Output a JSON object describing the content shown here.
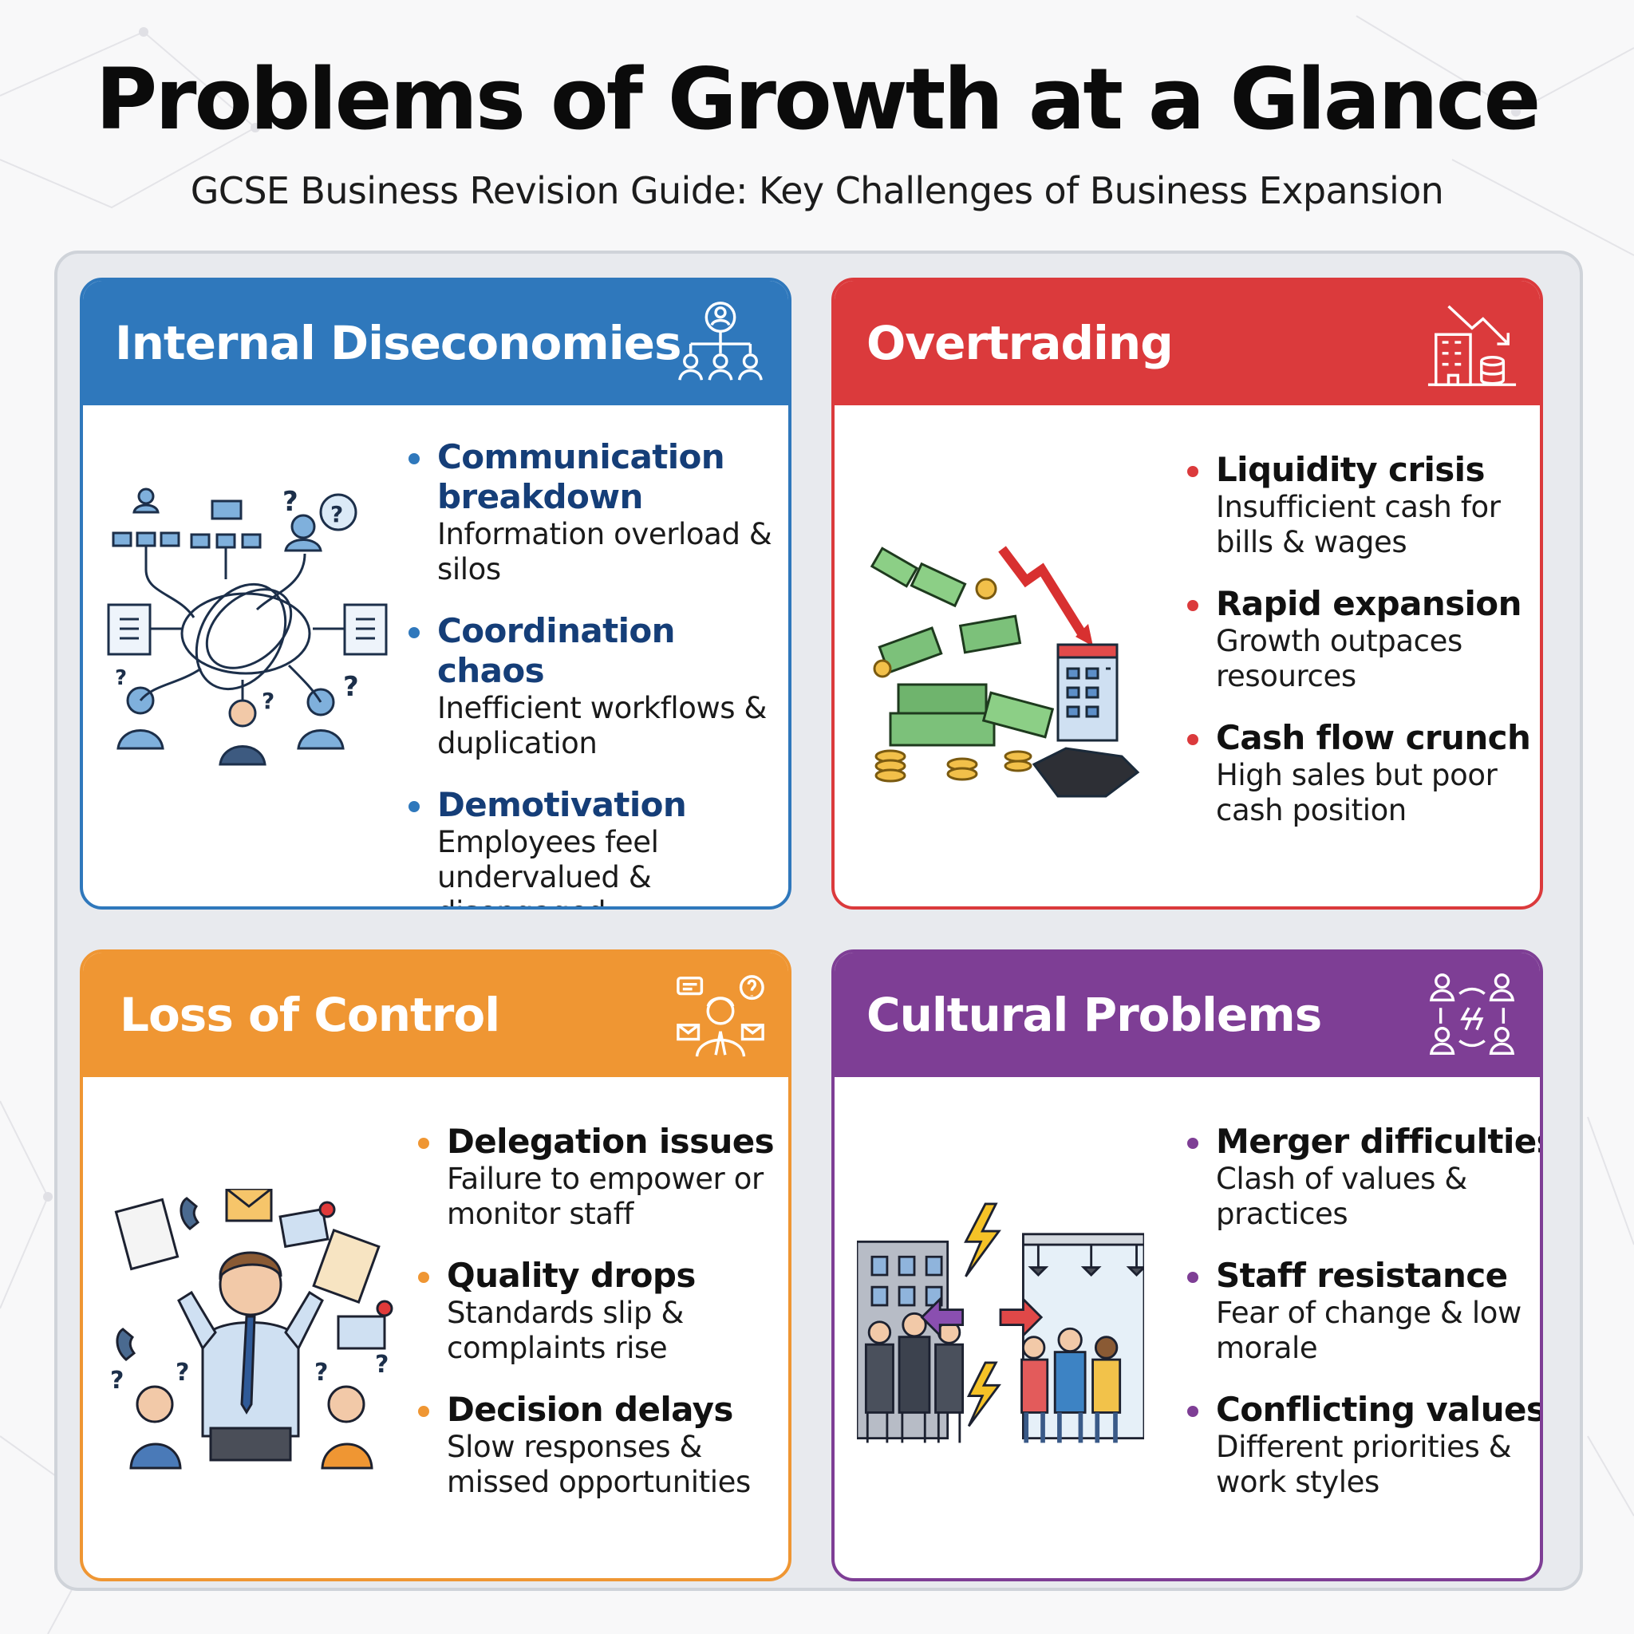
{
  "header": {
    "title": "Problems of Growth at a Glance",
    "subtitle": "GCSE Business Revision Guide: Key Challenges of Business Expansion"
  },
  "colors": {
    "blue": "#2f78bc",
    "red": "#db3a3c",
    "orange": "#ef9633",
    "purple": "#7e3e95",
    "frame": "#e8eaee"
  },
  "sections": {
    "internal": {
      "title": "Internal Diseconomies",
      "icon": "org-chart-icon",
      "illustration": "tangled-communication-illustration",
      "items": [
        {
          "title": "Communication breakdown",
          "desc": "Information overload & silos"
        },
        {
          "title": "Coordination chaos",
          "desc": "Inefficient workflows & duplication"
        },
        {
          "title": "Demotivation",
          "desc": "Employees feel undervalued & disengaged"
        }
      ]
    },
    "overtrading": {
      "title": "Overtrading",
      "icon": "building-falling-chart-icon",
      "illustration": "money-sinkhole-illustration",
      "items": [
        {
          "title": "Liquidity crisis",
          "desc": "Insufficient cash for bills & wages"
        },
        {
          "title": "Rapid expansion",
          "desc": "Growth outpaces resources"
        },
        {
          "title": "Cash flow crunch",
          "desc": "High sales but poor cash position"
        }
      ]
    },
    "loss": {
      "title": "Loss of Control",
      "icon": "overwhelmed-manager-icon",
      "illustration": "stressed-manager-illustration",
      "items": [
        {
          "title": "Delegation issues",
          "desc": "Failure to empower or monitor staff"
        },
        {
          "title": "Quality drops",
          "desc": "Standards slip & complaints rise"
        },
        {
          "title": "Decision delays",
          "desc": "Slow responses & missed opportunities"
        }
      ]
    },
    "cultural": {
      "title": "Cultural Problems",
      "icon": "team-conflict-icon",
      "illustration": "culture-clash-illustration",
      "items": [
        {
          "title": "Merger difficulties",
          "desc": "Clash of values & practices"
        },
        {
          "title": "Staff resistance",
          "desc": "Fear of change & low morale"
        },
        {
          "title": "Conflicting values",
          "desc": "Different priorities & work styles"
        }
      ]
    }
  }
}
